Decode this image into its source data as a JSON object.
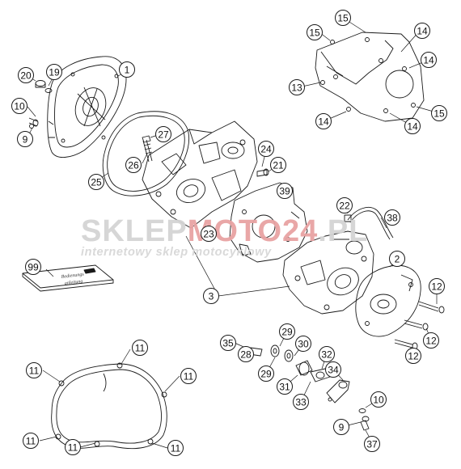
{
  "diagram": {
    "callouts": [
      {
        "id": "c1",
        "label": "1"
      },
      {
        "id": "c19",
        "label": "19"
      },
      {
        "id": "c20",
        "label": "20"
      },
      {
        "id": "c10a",
        "label": "10"
      },
      {
        "id": "c9a",
        "label": "9"
      },
      {
        "id": "c27",
        "label": "27"
      },
      {
        "id": "c26",
        "label": "26"
      },
      {
        "id": "c25",
        "label": "25"
      },
      {
        "id": "c24",
        "label": "24"
      },
      {
        "id": "c21",
        "label": "21"
      },
      {
        "id": "c39",
        "label": "39"
      },
      {
        "id": "c22",
        "label": "22"
      },
      {
        "id": "c38",
        "label": "38"
      },
      {
        "id": "c23",
        "label": "23"
      },
      {
        "id": "c3",
        "label": "3"
      },
      {
        "id": "c99",
        "label": "99"
      },
      {
        "id": "c2",
        "label": "2"
      },
      {
        "id": "c12a",
        "label": "12"
      },
      {
        "id": "c12b",
        "label": "12"
      },
      {
        "id": "c12c",
        "label": "12"
      },
      {
        "id": "c15a",
        "label": "15"
      },
      {
        "id": "c15b",
        "label": "15"
      },
      {
        "id": "c14a",
        "label": "14"
      },
      {
        "id": "c14b",
        "label": "14"
      },
      {
        "id": "c13",
        "label": "13"
      },
      {
        "id": "c14c",
        "label": "14"
      },
      {
        "id": "c14d",
        "label": "14"
      },
      {
        "id": "c15c",
        "label": "15"
      },
      {
        "id": "c35",
        "label": "35"
      },
      {
        "id": "c28",
        "label": "28"
      },
      {
        "id": "c29a",
        "label": "29"
      },
      {
        "id": "c30",
        "label": "30"
      },
      {
        "id": "c29b",
        "label": "29"
      },
      {
        "id": "c32",
        "label": "32"
      },
      {
        "id": "c31",
        "label": "31"
      },
      {
        "id": "c34",
        "label": "34"
      },
      {
        "id": "c33",
        "label": "33"
      },
      {
        "id": "c10b",
        "label": "10"
      },
      {
        "id": "c9b",
        "label": "9"
      },
      {
        "id": "c37",
        "label": "37"
      },
      {
        "id": "c11a",
        "label": "11"
      },
      {
        "id": "c11b",
        "label": "11"
      },
      {
        "id": "c11c",
        "label": "11"
      },
      {
        "id": "c11d",
        "label": "11"
      },
      {
        "id": "c11e",
        "label": "11"
      },
      {
        "id": "c11f",
        "label": "11"
      }
    ]
  },
  "watermark": {
    "brand_part1": "SKLEP",
    "brand_part2": "MOTO",
    "brand_part3": "24",
    "brand_part4": ".PL",
    "tagline": "internetowy sklep motocyklowy"
  },
  "manual": {
    "line1": "Bedienungs",
    "line2": "anleitung"
  },
  "colors": {
    "watermark_gray": "#d4d4d4",
    "watermark_red": "#e8a3a3",
    "line": "#1a1a1a"
  }
}
